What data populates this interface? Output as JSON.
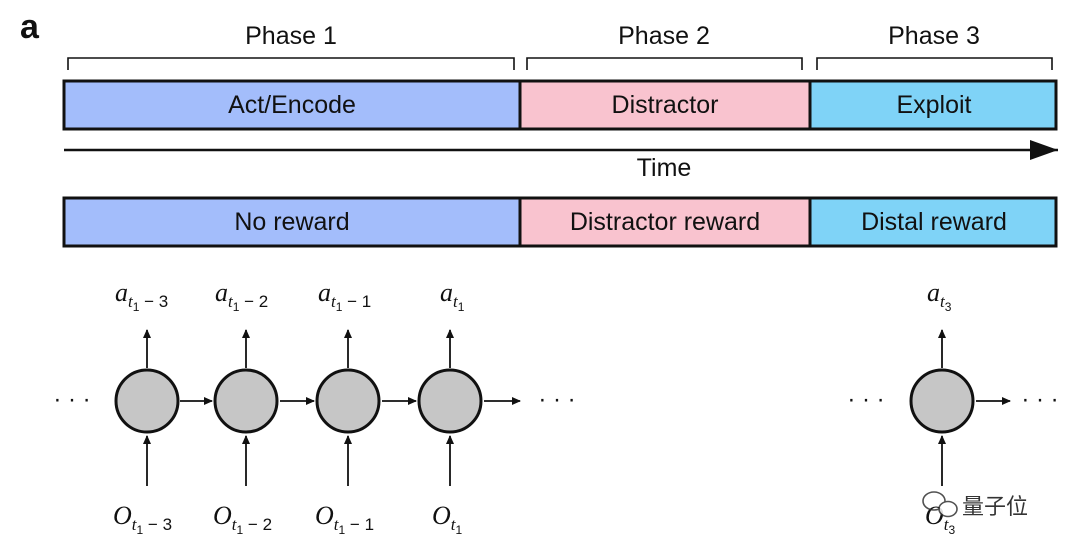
{
  "panel_label": "a",
  "phases": [
    {
      "label": "Phase 1"
    },
    {
      "label": "Phase 2"
    },
    {
      "label": "Phase 3"
    }
  ],
  "task_bar": [
    {
      "label": "Act/Encode",
      "color": "#a3bdfb"
    },
    {
      "label": "Distractor",
      "color": "#f9c3cf"
    },
    {
      "label": "Exploit",
      "color": "#7fd3f7"
    }
  ],
  "time_label": "Time",
  "reward_bar": [
    {
      "label": "No reward",
      "color": "#a3bdfb"
    },
    {
      "label": "Distractor reward",
      "color": "#f9c3cf"
    },
    {
      "label": "Distal reward",
      "color": "#7fd3f7"
    }
  ],
  "ellipsis": "· · ·",
  "nodes": [
    {
      "action": "a",
      "action_sub": "t",
      "action_sub2": "1",
      "action_off": " − 3",
      "obs": "O",
      "obs_sub": "t",
      "obs_sub2": "1",
      "obs_off": " − 3"
    },
    {
      "action": "a",
      "action_sub": "t",
      "action_sub2": "1",
      "action_off": " − 2",
      "obs": "O",
      "obs_sub": "t",
      "obs_sub2": "1",
      "obs_off": " − 2"
    },
    {
      "action": "a",
      "action_sub": "t",
      "action_sub2": "1",
      "action_off": " − 1",
      "obs": "O",
      "obs_sub": "t",
      "obs_sub2": "1",
      "obs_off": " − 1"
    },
    {
      "action": "a",
      "action_sub": "t",
      "action_sub2": "1",
      "action_off": "",
      "obs": "O",
      "obs_sub": "t",
      "obs_sub2": "1",
      "obs_off": ""
    },
    {
      "action": "a",
      "action_sub": "t",
      "action_sub2": "3",
      "action_off": "",
      "obs": "O",
      "obs_sub": "t",
      "obs_sub2": "3",
      "obs_off": ""
    }
  ],
  "watermark": "量子位",
  "colors": {
    "node_fill": "#c6c6c6",
    "stroke": "#111111"
  }
}
